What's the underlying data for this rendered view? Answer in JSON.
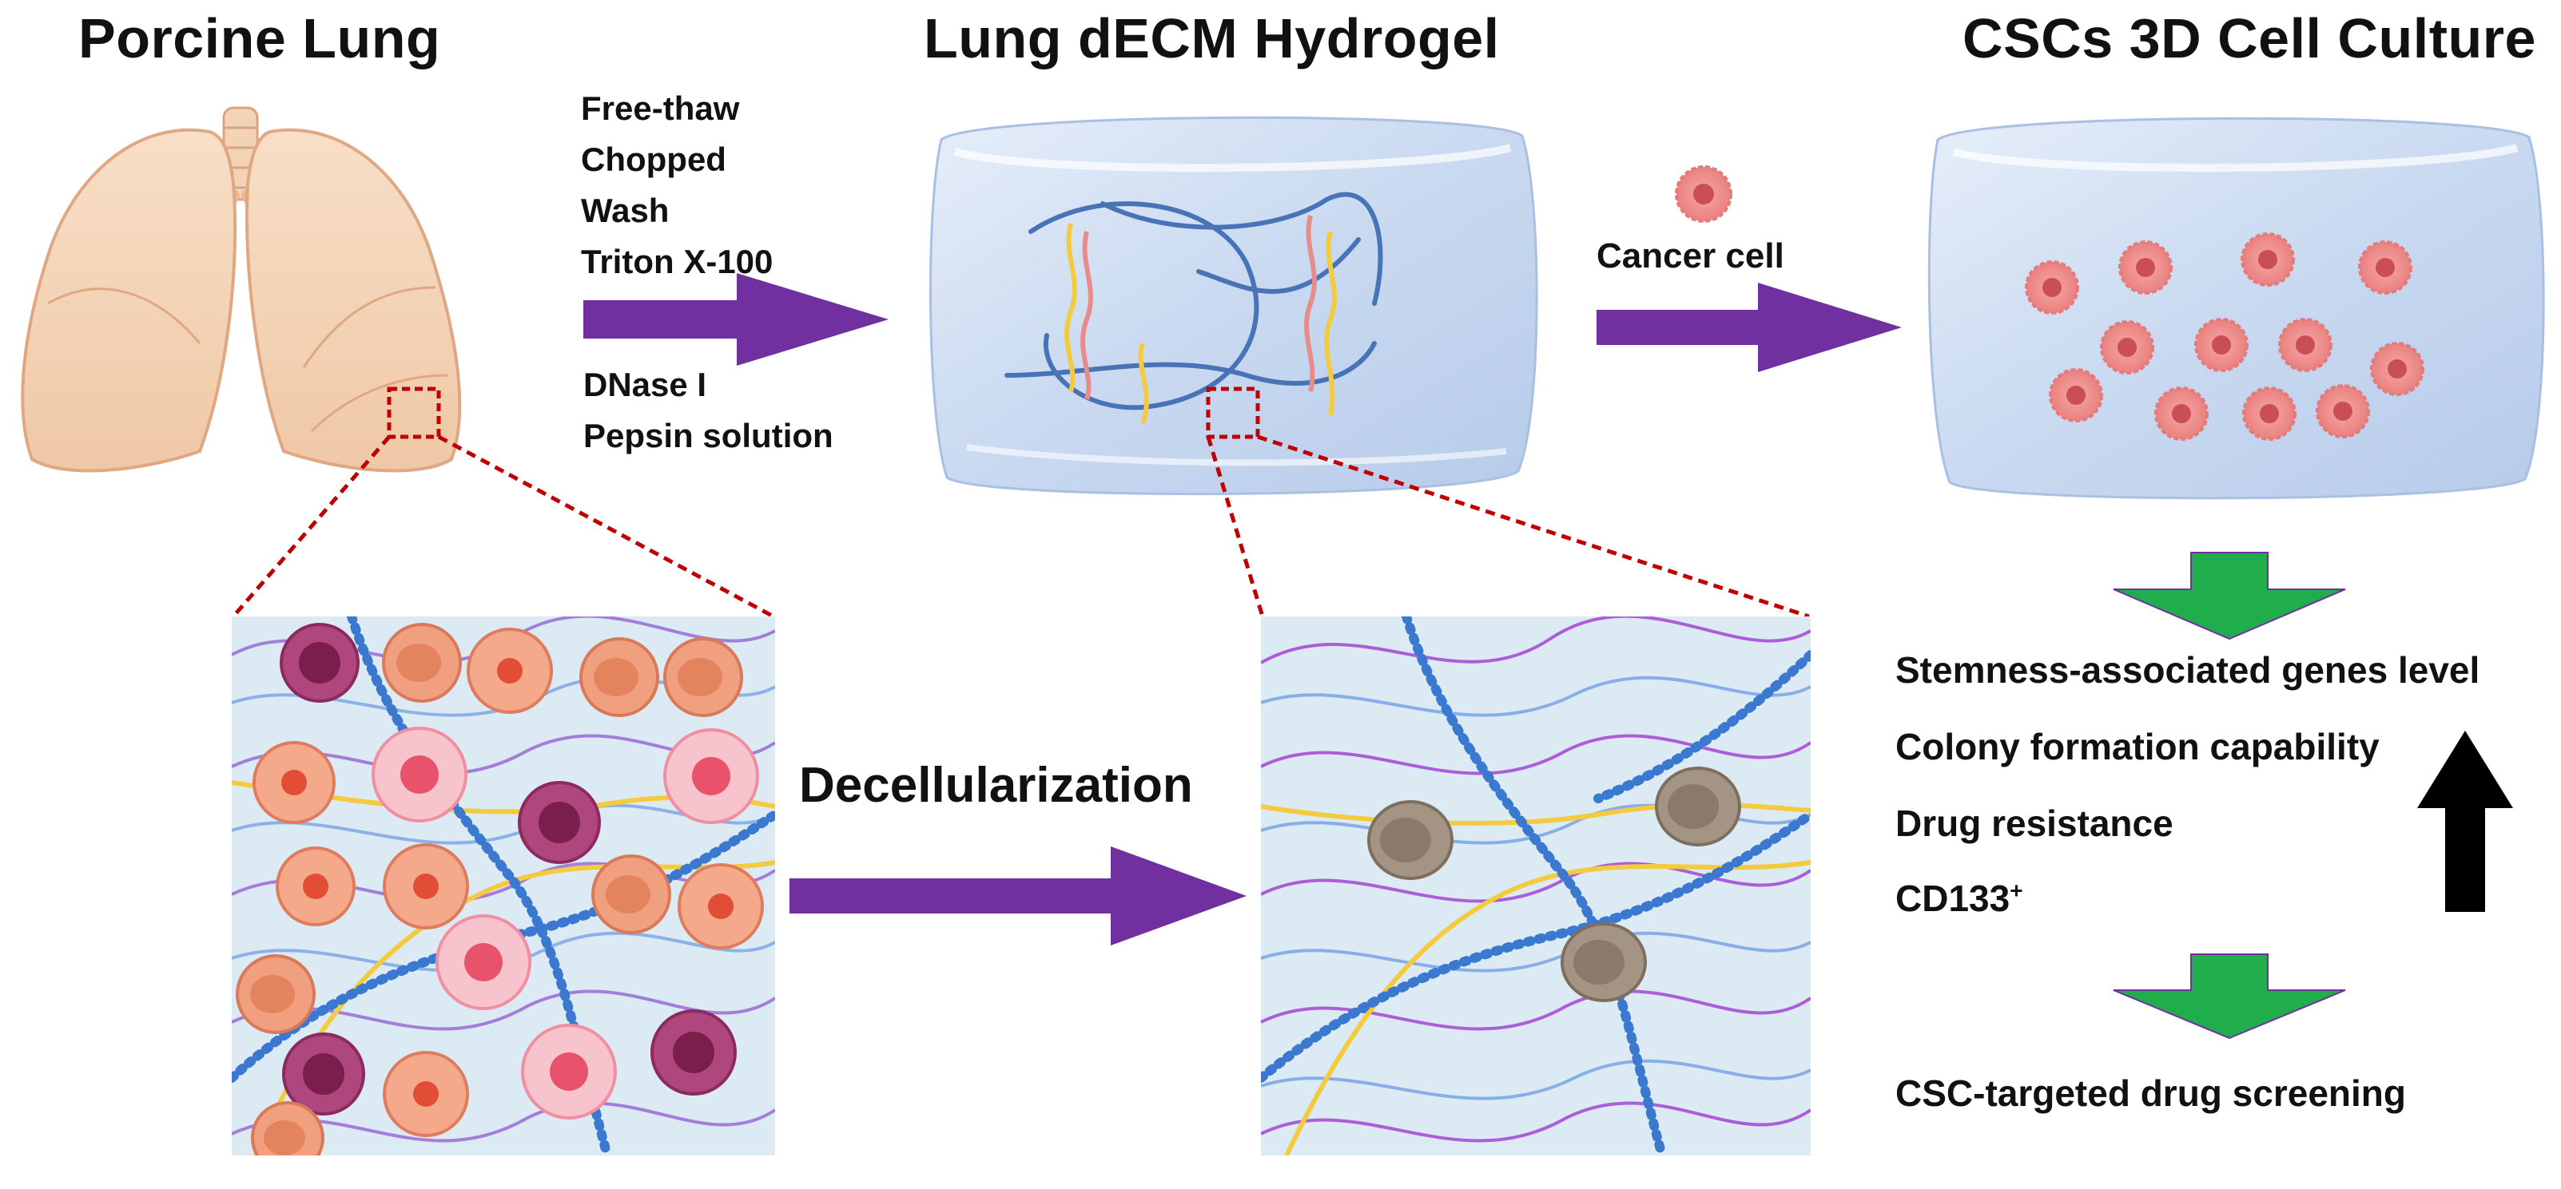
{
  "titles": {
    "lung": "Porcine Lung",
    "hydrogel": "Lung dECM Hydrogel",
    "culture": "CSCs 3D Cell Culture"
  },
  "process_steps": [
    "Free-thaw",
    "Chopped",
    "Wash",
    "Triton X-100",
    "DNase I",
    "Pepsin solution"
  ],
  "cancer_cell_label": "Cancer cell",
  "decellularization_label": "Decellularization",
  "outcomes": {
    "stemness": "Stemness-associated genes level",
    "colony": "Colony formation capability",
    "drug_resistance": "Drug resistance",
    "cd133": "CD133",
    "cd133_sup": "+",
    "screening": "CSC-targeted drug screening"
  },
  "icons": {
    "lung": "lung-icon",
    "hydrogel": "hydrogel-cube-icon",
    "culture": "culture-cube-icon",
    "tissue": "native-tissue-icon",
    "matrix": "decellularized-matrix-icon"
  },
  "colors": {
    "process_arrow": "#7030a0",
    "green_arrow": "#1fae4b",
    "up_arrow": "#000000",
    "zoom_line": "#c00000",
    "fiber_blue": "#3b78d0",
    "fiber_yellow": "#f4cb3e",
    "tissue_bg": "#dcebf3"
  }
}
